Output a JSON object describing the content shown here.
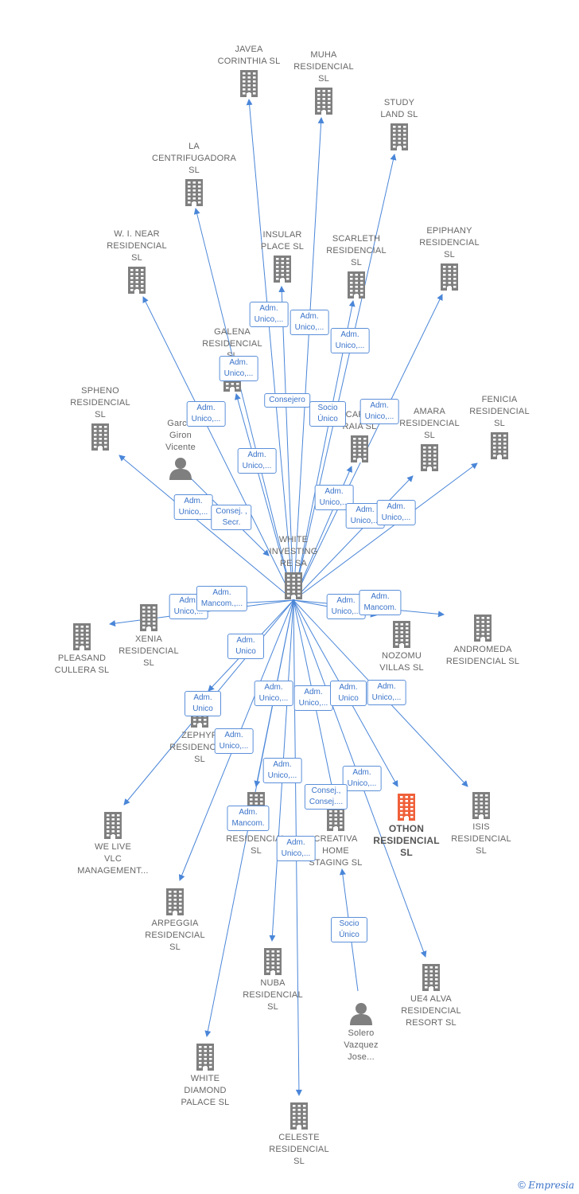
{
  "nodes": [
    {
      "id": "javea",
      "label": "JAVEA\nCORINTHIA  SL",
      "type": "company",
      "labelPos": "above"
    },
    {
      "id": "muha",
      "label": "MUHA\nRESIDENCIAL\nSL",
      "type": "company",
      "labelPos": "above"
    },
    {
      "id": "study",
      "label": "STUDY\nLAND  SL",
      "type": "company",
      "labelPos": "above"
    },
    {
      "id": "centrifugadora",
      "label": "LA\nCENTRIFUGADORA\nSL",
      "type": "company",
      "labelPos": "above"
    },
    {
      "id": "wi_near",
      "label": "W.  I. NEAR\nRESIDENCIAL\nSL",
      "type": "company",
      "labelPos": "above"
    },
    {
      "id": "insular",
      "label": "INSULAR\nPLACE  SL",
      "type": "company",
      "labelPos": "above"
    },
    {
      "id": "scarleth",
      "label": "SCARLETH\nRESIDENCIAL\nSL",
      "type": "company",
      "labelPos": "above"
    },
    {
      "id": "epiphany",
      "label": "EPIPHANY\nRESIDENCIAL\nSL",
      "type": "company",
      "labelPos": "above"
    },
    {
      "id": "galena",
      "label": "GALENA\nRESIDENCIAL\nSL",
      "type": "company",
      "labelPos": "above"
    },
    {
      "id": "spheno",
      "label": "SPHENO\nRESIDENCIAL\nSL",
      "type": "company",
      "labelPos": "above"
    },
    {
      "id": "garcia",
      "label": "Garcia\nGiron\nVicente",
      "type": "person",
      "labelPos": "above"
    },
    {
      "id": "scaraia",
      "label": "SCARAIA\nRAIA  SL",
      "type": "company",
      "labelPos": "above"
    },
    {
      "id": "amara",
      "label": "AMARA\nRESIDENCIAL\nSL",
      "type": "company",
      "labelPos": "above"
    },
    {
      "id": "fenicia",
      "label": "FENICIA\nRESIDENCIAL\nSL",
      "type": "company",
      "labelPos": "above"
    },
    {
      "id": "white_investing",
      "label": "WHITE\nINVESTING\nRE SA",
      "type": "company",
      "labelPos": "above"
    },
    {
      "id": "pleasand",
      "label": "PLEASAND\nCULLERA  SL",
      "type": "company",
      "labelPos": "below"
    },
    {
      "id": "xenia",
      "label": "XENIA\nRESIDENCIAL\nSL",
      "type": "company",
      "labelPos": "below"
    },
    {
      "id": "nozomu",
      "label": "NOZOMU\nVILLAS  SL",
      "type": "company",
      "labelPos": "below"
    },
    {
      "id": "andromeda",
      "label": "ANDROMEDA\nRESIDENCIAL SL",
      "type": "company",
      "labelPos": "below"
    },
    {
      "id": "zephyr",
      "label": "ZEPHYR\nRESIDENCIAL\nSL",
      "type": "company",
      "labelPos": "below"
    },
    {
      "id": "we_live",
      "label": "WE LIVE\nVLC\nMANAGEMENT...",
      "type": "company",
      "labelPos": "below"
    },
    {
      "id": "ra_residencial",
      "label": "...RA\nRESIDENCIAL\nSL",
      "type": "company",
      "labelPos": "below"
    },
    {
      "id": "creativa",
      "label": "CREATIVA\nHOME\nSTAGING  SL",
      "type": "company",
      "labelPos": "below"
    },
    {
      "id": "othon",
      "label": "OTHON\nRESIDENCIAL\nSL",
      "type": "company",
      "labelPos": "below",
      "highlight": true
    },
    {
      "id": "isis",
      "label": "ISIS\nRESIDENCIAL\nSL",
      "type": "company",
      "labelPos": "below"
    },
    {
      "id": "arpeggia",
      "label": "ARPEGGIA\nRESIDENCIAL\nSL",
      "type": "company",
      "labelPos": "below"
    },
    {
      "id": "nuba",
      "label": "NUBA\nRESIDENCIAL\nSL",
      "type": "company",
      "labelPos": "below"
    },
    {
      "id": "ue4_alva",
      "label": "UE4 ALVA\nRESIDENCIAL\nRESORT  SL",
      "type": "company",
      "labelPos": "below"
    },
    {
      "id": "solero",
      "label": "Solero\nVazquez\nJose...",
      "type": "person",
      "labelPos": "below"
    },
    {
      "id": "white_diamond",
      "label": "WHITE\nDIAMOND\nPALACE  SL",
      "type": "company",
      "labelPos": "below"
    },
    {
      "id": "celeste",
      "label": "CELESTE\nRESIDENCIAL\nSL",
      "type": "company",
      "labelPos": "below"
    }
  ],
  "edge_labels": [
    "Adm.\nUnico,...",
    "Adm.\nUnico,...",
    "Adm.\nUnico,...",
    "Adm.\nUnico,...",
    "Consejero",
    "Socio\nÚnico",
    "Adm.\nUnico,...",
    "Adm.\nUnico,...",
    "Adm.\nUnico,...",
    "Adm.\nUnico,...",
    "Consej. ,\nSecr.",
    "Adm.\nUnico,...",
    "Adm.\nUnico,...",
    "Adm.\nUnico,...",
    "Adm.\nUnico,...",
    "Adm.\nMancom.,...",
    "Adm.\nUnico,...",
    "Adm.\nMancom.",
    "Adm.\nUnico",
    "Adm.\nUnico",
    "Adm.\nUnico,...",
    "Adm.\nUnico,...",
    "Adm.\nUnico",
    "Adm.\nUnico,...",
    "Adm.\nUnico,...",
    "Adm.\nUnico,...",
    "Adm.\nUnico,...",
    "Consej.,\nConsej....",
    "Adm.\nMancom.",
    "Adm.\nUnico,...",
    "Socio\nÚnico"
  ],
  "colors": {
    "edge": "#4a86d8",
    "node": "#7f7f7f",
    "node_highlight": "#f0603a",
    "label_border": "#5b8fd9",
    "label_text": "#3a73c9"
  },
  "watermark": {
    "copyright": "©",
    "brand": "Empresia"
  }
}
